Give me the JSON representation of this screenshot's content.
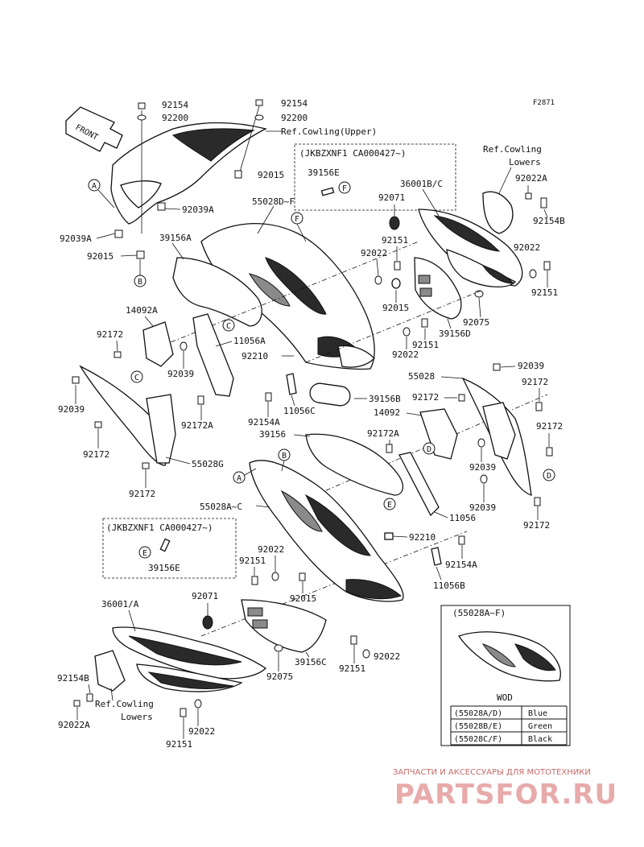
{
  "figure_id": "F2871",
  "front_label": "FRONT",
  "labels": {
    "l92154_a": "92154",
    "l92200_a": "92200",
    "l92154_b": "92154",
    "l92200_b": "92200",
    "ref_upper": "Ref.Cowling(Upper)",
    "l92015_a": "92015",
    "l92039A_a": "92039A",
    "l92039A_b": "92039A",
    "l92015_b": "92015",
    "l39156A": "39156A",
    "l55028DF": "55028D~F",
    "l36001BC": "36001B/C",
    "ref_lowers_r1": "Ref.Cowling",
    "ref_lowers_r2": "Lowers",
    "l92022A_r": "92022A",
    "l92154B_r": "92154B",
    "l92071_r": "92071",
    "l92151_r1": "92151",
    "l92022_r1": "92022",
    "l92022_r2": "92022",
    "l92151_r2": "92151",
    "l92015_c": "92015",
    "l92075_r": "92075",
    "l39156D": "39156D",
    "l92151_r3": "92151",
    "l92022_r3": "92022",
    "l14092A": "14092A",
    "l92172_a": "92172",
    "l11056A": "11056A",
    "l92210_a": "92210",
    "l92039_a": "92039",
    "l92039_b": "92039",
    "l92172A_a": "92172A",
    "l92172_b": "92172",
    "l55028G": "55028G",
    "l92172_c": "92172",
    "l92154A_a": "92154A",
    "l11056C": "11056C",
    "l39156B": "39156B",
    "l55028": "55028",
    "l92039_c": "92039",
    "l92172_d": "92172",
    "l92172_e": "92172",
    "l14092": "14092",
    "l92172A_b": "92172A",
    "l39156": "39156",
    "l92172_f": "92172",
    "l92039_d": "92039",
    "l92039_e": "92039",
    "l11056": "11056",
    "l92172_g": "92172",
    "l55028AC": "55028A~C",
    "l92210_b": "92210",
    "l92154A_b": "92154A",
    "l92022_l1": "92022",
    "l92151_l1": "92151",
    "l11056B": "11056B",
    "l92015_d": "92015",
    "l92071_l": "92071",
    "l36001A": "36001/A",
    "l39156C": "39156C",
    "l92022_l2": "92022",
    "l92151_l2": "92151",
    "l92075_l": "92075",
    "l92154B_l": "92154B",
    "ref_lowers_l1": "Ref.Cowling",
    "ref_lowers_l2": "Lowers",
    "l92022A_l": "92022A",
    "l92022_l3": "92022",
    "l92151_l3": "92151",
    "l39156E_a": "39156E",
    "l39156E_b": "39156E"
  },
  "notes": {
    "upper_code": "(JKBZXNF1 CA000427~)",
    "lower_code": "(JKBZXNF1 CA000427~)"
  },
  "callouts": {
    "A": "A",
    "B": "B",
    "C": "C",
    "D": "D",
    "E": "E",
    "F": "F"
  },
  "color_box": {
    "title": "(55028A~F)",
    "wod": "WOD",
    "rows": [
      {
        "part": "(55028A/D)",
        "color": "Blue"
      },
      {
        "part": "(55028B/E)",
        "color": "Green"
      },
      {
        "part": "(55028C/F)",
        "color": "Black"
      }
    ]
  },
  "watermark": {
    "line1": "ЗАПЧАСТИ И АКСЕССУАРЫ ДЛЯ МОТОТЕХНИКИ",
    "line2": "PARTSFOR.RU"
  }
}
